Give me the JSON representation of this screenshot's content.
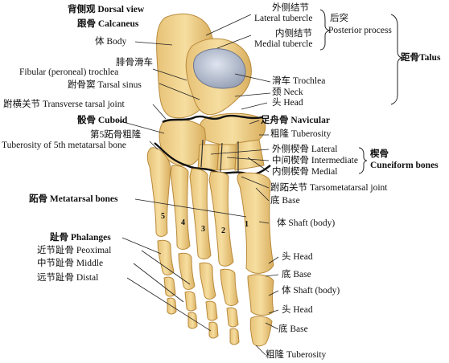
{
  "title": {
    "cn": "背侧观",
    "en": "Dorsal view"
  },
  "calcaneus": {
    "cn": "跟骨",
    "en": "Calcaneus"
  },
  "body": {
    "cn": "体",
    "en": "Body"
  },
  "fibular_trochlea": {
    "cn": "腓骨滑车",
    "en": "Fibular (peroneal) trochlea"
  },
  "tarsal_sinus": {
    "cn": "跗骨窦",
    "en": "Tarsal sinus"
  },
  "transverse_tarsal_joint": {
    "cn": "跗横关节",
    "en": "Transverse tarsal joint"
  },
  "cuboid": {
    "cn": "骰骨",
    "en": "Cuboid"
  },
  "tuberosity_5th": {
    "cn": "第5跖骨粗隆",
    "en": "Tuberosity of 5th metatarsal bone"
  },
  "metatarsal_bones": {
    "cn": "跖骨",
    "en": "Metatarsal bones"
  },
  "phalanges": {
    "cn": "趾骨",
    "en": "Phalanges"
  },
  "proximal": {
    "cn": "近节趾骨",
    "en": "Peoximal"
  },
  "middle": {
    "cn": "中节趾骨",
    "en": "Middle"
  },
  "distal": {
    "cn": "远节趾骨",
    "en": "Distal"
  },
  "lateral_tubercle": {
    "cn": "外侧结节",
    "en": "Lateral tubercle"
  },
  "medial_tubercle": {
    "cn": "内侧结节",
    "en": "Medial tubercle"
  },
  "posterior_process": {
    "cn": "后突",
    "en": "Posterior process"
  },
  "talus": {
    "cn": "距骨",
    "en": "Talus"
  },
  "trochlea": {
    "cn": "滑车",
    "en": "Trochlea"
  },
  "neck": {
    "cn": "颈",
    "en": "Neck"
  },
  "head": {
    "cn": "头",
    "en": "Head"
  },
  "navicular": {
    "cn": "足舟骨",
    "en": "Navicular"
  },
  "nav_tuberosity": {
    "cn": "粗隆",
    "en": "Tuberosity"
  },
  "cun_lateral": {
    "cn": "外侧楔骨",
    "en": "Lateral"
  },
  "cun_intermediate": {
    "cn": "中间楔骨",
    "en": "Intermediate"
  },
  "cun_medial": {
    "cn": "内侧楔骨",
    "en": "Medial"
  },
  "cuneiform": {
    "cn": "楔骨",
    "en": "Cuneiform bones"
  },
  "tarsometatarsal_joint": {
    "cn": "跗跖关节",
    "en": "Tarsometatarsal joint"
  },
  "mt_base": {
    "cn": "底",
    "en": "Base"
  },
  "mt_shaft": {
    "cn": "体",
    "en": "Shaft (body)"
  },
  "mt_head": {
    "cn": "头",
    "en": "Head"
  },
  "ph_base": {
    "cn": "底",
    "en": "Base"
  },
  "ph_shaft": {
    "cn": "体",
    "en": "Shaft (body)"
  },
  "ph_head": {
    "cn": "头",
    "en": "Head"
  },
  "ph_base2": {
    "cn": "底",
    "en": "Base"
  },
  "ph_tuberosity": {
    "cn": "粗隆",
    "en": "Tuberosity"
  },
  "digits": [
    "1",
    "2",
    "3",
    "4",
    "5"
  ],
  "colors": {
    "bone": "#f2d28a",
    "bone_shadow": "#c99a45",
    "cartilage": "#a9b4c8",
    "joint_line": "#111111",
    "leader": "#222222"
  }
}
